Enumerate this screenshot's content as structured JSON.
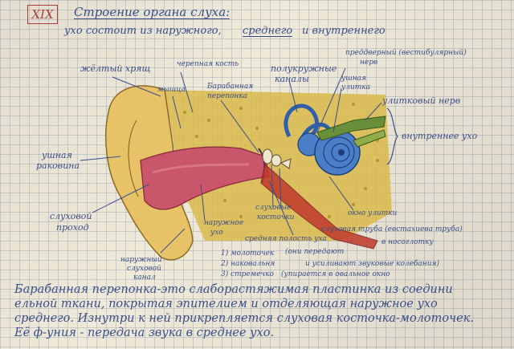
{
  "header": {
    "section_number": "XIX",
    "title": "Строение органа слуха:",
    "subtitle_prefix": "ухо состоит из наружного,",
    "subtitle_middle": "среднего",
    "subtitle_suffix": "и внутреннего"
  },
  "labels": {
    "yellow_fat": "жёлтый хрящ",
    "temporal_bone": "черепная кость",
    "muscle": "мышца",
    "eardrum_1": "Барабанная",
    "eardrum_2": "перепонка",
    "semicircular_1": "полукружные",
    "semicircular_2": "каналы",
    "vestibular_nerve_1": "преддверный (вестибулярный)",
    "vestibular_nerve_2": "нерв",
    "cochlea_1": "ушная",
    "cochlea_2": "улитка",
    "cochlear_nerve": "улитковый нерв",
    "inner_ear": "внутреннее ухо",
    "auricle_1": "ушная",
    "auricle_2": "раковина",
    "ear_canal_1": "слуховой",
    "ear_canal_2": "проход",
    "outer_ear_1": "наружное",
    "outer_ear_2": "ухо",
    "ossicles_1": "слуховые",
    "ossicles_2": "косточки",
    "round_window": "окно улитки",
    "middle_ear": "средняя полость уха",
    "eustachian": "слуховая труба (евстахиева труба)",
    "nasopharynx": "в носоглотку",
    "external_canal_1": "наружный",
    "external_canal_2": "слуховой",
    "external_canal_3": "канал"
  },
  "ossicle_list": [
    "1) молоточек",
    "2) наковальня",
    "3) стремечко"
  ],
  "ossicle_notes": [
    "(они передают",
    "и усиливают звуковые колебания)",
    "(упирается в овальное окно"
  ],
  "paragraph": [
    "Барабанная перепонка-это слаборастяжимая пластинка из соедини",
    "ельной ткани, покрытая эпителием и отделяющая наружное ухо",
    "среднего. Изнутри к ней прикрепляется слуховая косточка-молоточек.",
    "Её ф-уния - передача звука в среднее ухо."
  ],
  "colors": {
    "ink": "#3a4f8a",
    "accent_red": "#b23a3a",
    "cartilage": "#e8c266",
    "canal": "#c9566a",
    "bone": "#d9b84a",
    "cochlea": "#4a7fc8",
    "nerve": "#6a8f3a"
  }
}
